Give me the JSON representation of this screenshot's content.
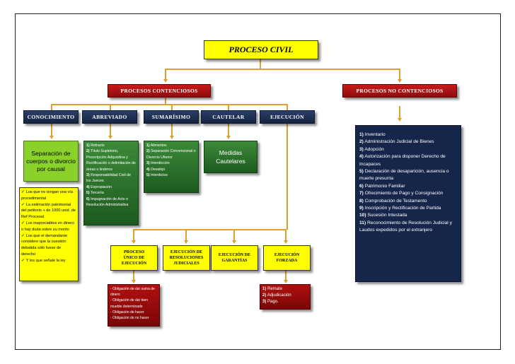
{
  "title": "PROCESO CIVIL",
  "contenciosos": "PROCESOS CONTENCIOSOS",
  "no_contenciosos": "PROCESOS NO CONTENCIOSOS",
  "types": [
    "CONOCIMIENTO",
    "ABREVIADO",
    "SUMARÍSIMO",
    "CAUTELAR",
    "EJECUCIÓN"
  ],
  "conocimiento_box": "Separación de cuerpos o divorcio por causal",
  "conocimiento_notes": [
    "Los que no tengan una vía procedimental",
    "La estimación patrimonial del petitorio + de 1000 unid. de Ref Procesal",
    "Los inapreciables en dinero o hay duda sobre su monto",
    "Los que el demandante considere que la cuestión debatida sólo fuese de derecho",
    "Y los que señale la ley"
  ],
  "abreviado_items": [
    {
      "n": "1)",
      "t": "Retracto"
    },
    {
      "n": "2)",
      "t": "Título Supletorio, Prescripción Adquisitiva y Rectificación o delimitación de áreas o linderos"
    },
    {
      "n": "3)",
      "t": "Responsabilidad Civil de los Jueces."
    },
    {
      "n": "4)",
      "t": "Expropiación"
    },
    {
      "n": "5)",
      "t": "Tercería"
    },
    {
      "n": "6)",
      "t": "Impugnación de Acto o Resolución Administrativa"
    }
  ],
  "sumarisimo_items": [
    {
      "n": "1)",
      "t": "Alimentos"
    },
    {
      "n": "2)",
      "t": "Separación Convencional o Divorcio Ulterior"
    },
    {
      "n": "3)",
      "t": "Interdicción"
    },
    {
      "n": "4)",
      "t": "Desalojo"
    },
    {
      "n": "5)",
      "t": "Interdictos"
    }
  ],
  "cautelar_box": "Medidas Cautelares",
  "ejecucion_types": [
    "PROCESO ÚNICO DE EJECUCIÓN",
    "EJECUCIÓN DE RESOLUCIONES JUDICIALES",
    "EJECUCIÓN DE GARANTÍAS",
    "EJECUCIÓN FORZADA"
  ],
  "unico_items": [
    "- Obligación de dar suma de dinero",
    "- Obligación de dar bien mueble determinado",
    "- Obligación de hacer",
    "- Obligación de no hacer"
  ],
  "forzada_items": [
    {
      "n": "1)",
      "t": "Remate"
    },
    {
      "n": "2)",
      "t": "Adjudicación"
    },
    {
      "n": "3)",
      "t": "Pago."
    }
  ],
  "no_contenciosos_items": [
    {
      "n": "1)",
      "t": "Inventario"
    },
    {
      "n": "2)",
      "t": "Administración Judicial de Bienes"
    },
    {
      "n": "3)",
      "t": "Adopción"
    },
    {
      "n": "4)",
      "t": "Autorización para disponer Derecho de Incapaces"
    },
    {
      "n": "5)",
      "t": "Declaración de desaparición, ausencia o muerte presunta"
    },
    {
      "n": "6)",
      "t": "Patrimonio Familiar"
    },
    {
      "n": "7)",
      "t": "Ofrecimiento de Pago y Consignación"
    },
    {
      "n": "8)",
      "t": "Comprobación de Testamento"
    },
    {
      "n": "9)",
      "t": "Inscripción y Rectificación de Partida"
    },
    {
      "n": "10)",
      "t": "Sucesión Intestada"
    },
    {
      "n": "11)",
      "t": "Reconocimiento de Resolución Judicial y Laudos expedidos por el extranjero"
    }
  ],
  "colors": {
    "accent": "#ffff00",
    "red": "#c81a1a",
    "navy": "#1c2d52",
    "green": "#2e7a2e",
    "lime": "#8bd12c",
    "connector": "#e0a030"
  }
}
